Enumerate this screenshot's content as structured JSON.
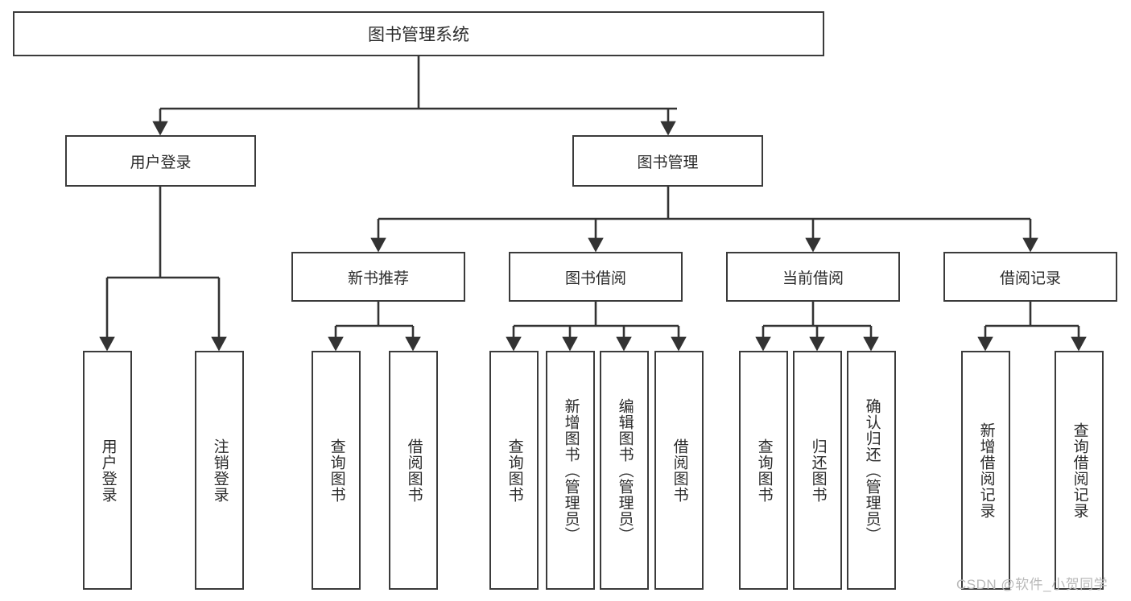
{
  "diagram": {
    "title": "图书管理系统",
    "type": "hierarchy-tree",
    "root": {
      "id": "root",
      "label": "图书管理系统"
    },
    "level1": [
      {
        "id": "user-login",
        "label": "用户登录"
      },
      {
        "id": "book-manage",
        "label": "图书管理"
      }
    ],
    "level2": [
      {
        "id": "new-book-recommend",
        "label": "新书推荐",
        "parent": "book-manage"
      },
      {
        "id": "book-borrow",
        "label": "图书借阅",
        "parent": "book-manage"
      },
      {
        "id": "current-borrow",
        "label": "当前借阅",
        "parent": "book-manage"
      },
      {
        "id": "borrow-record",
        "label": "借阅记录",
        "parent": "book-manage"
      }
    ],
    "leaves": [
      {
        "id": "leaf-user-login",
        "label": "用户登录",
        "parent": "user-login"
      },
      {
        "id": "leaf-logout-login",
        "label": "注销登录",
        "parent": "user-login"
      },
      {
        "id": "leaf-query-book-1",
        "label": "查询图书",
        "parent": "new-book-recommend"
      },
      {
        "id": "leaf-borrow-book-1",
        "label": "借阅图书",
        "parent": "new-book-recommend"
      },
      {
        "id": "leaf-query-book-2",
        "label": "查询图书",
        "parent": "book-borrow"
      },
      {
        "id": "leaf-add-book",
        "label": "新增图书（管理员）",
        "parent": "book-borrow"
      },
      {
        "id": "leaf-edit-book",
        "label": "编辑图书（管理员）",
        "parent": "book-borrow"
      },
      {
        "id": "leaf-borrow-book-2",
        "label": "借阅图书",
        "parent": "book-borrow"
      },
      {
        "id": "leaf-query-book-3",
        "label": "查询图书",
        "parent": "current-borrow"
      },
      {
        "id": "leaf-return-book",
        "label": "归还图书",
        "parent": "current-borrow"
      },
      {
        "id": "leaf-confirm-return",
        "label": "确认归还（管理员）",
        "parent": "current-borrow"
      },
      {
        "id": "leaf-add-record",
        "label": "新增借阅记录",
        "parent": "borrow-record"
      },
      {
        "id": "leaf-query-record",
        "label": "查询借阅记录",
        "parent": "borrow-record"
      }
    ],
    "colors": {
      "box_border": "#3b3b3b",
      "box_fill": "#ffffff",
      "connector": "#333333",
      "text": "#2b2b2b",
      "watermark": "#b9b9b9"
    }
  },
  "watermark": {
    "text": "CSDN @软件_小贺同学"
  }
}
